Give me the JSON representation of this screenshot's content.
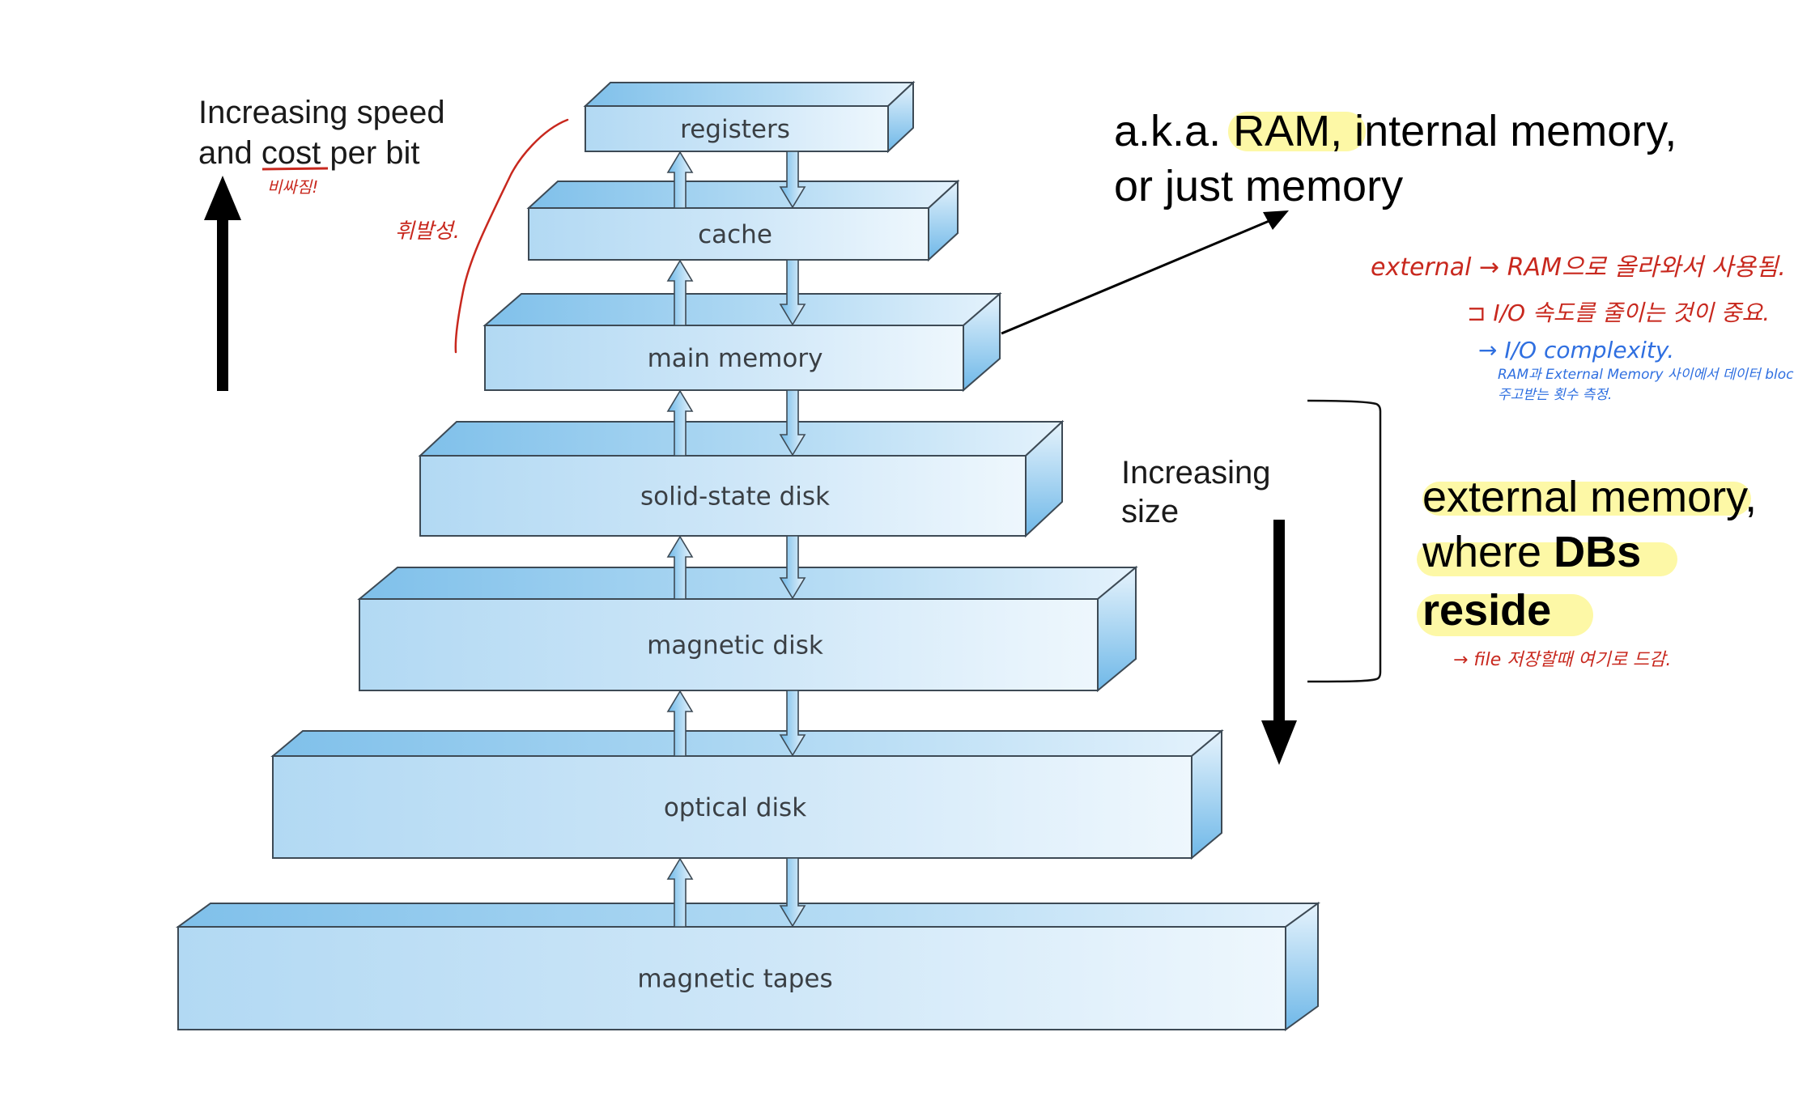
{
  "diagram": {
    "title": "Storage-device hierarchy",
    "levels": [
      {
        "label": "registers"
      },
      {
        "label": "cache"
      },
      {
        "label": "main memory"
      },
      {
        "label": "solid-state disk"
      },
      {
        "label": "magnetic disk"
      },
      {
        "label": "optical disk"
      },
      {
        "label": "magnetic tapes"
      }
    ],
    "speed_axis": {
      "line1": "Increasing speed",
      "line2_prefix": "and ",
      "line2_underlined": "cost",
      "line2_suffix": " per bit",
      "direction": "up"
    },
    "size_axis": {
      "line1": "Increasing",
      "line2": "size",
      "direction": "down"
    }
  },
  "callouts": {
    "ram": {
      "line1_prefix": "a.k.a. ",
      "line1_highlight": "RAM,",
      "line1_suffix": " internal memory,",
      "line2": "or just memory",
      "points_to": "main memory"
    },
    "external": {
      "line1": "external memory,",
      "line2_prefix": "where ",
      "line2_bold": "DBs",
      "line3_bold": "reside",
      "bracket_covers": [
        "solid-state disk",
        "magnetic disk"
      ]
    }
  },
  "annotations": {
    "expensive_note": "비싸짐!",
    "volatile_note": "휘발성.",
    "external_note_1": "external → RAM으로 올라와서 사용됨.",
    "external_note_2": "⊐ I/O 속도를 줄이는 것이 중요.",
    "io_complexity": "→ I/O complexity.",
    "io_detail_1": "RAM과 External Memory 사이에서 데이터 block을",
    "io_detail_2": "주고받는 횟수 측정.",
    "file_note": "→ file 저장할때 여기로 드감."
  },
  "colors": {
    "annotation_red": "#c8281e",
    "annotation_blue": "#2f6fe0",
    "highlight_yellow": "#fdf8a6",
    "block_blue": "#86c5ec"
  }
}
